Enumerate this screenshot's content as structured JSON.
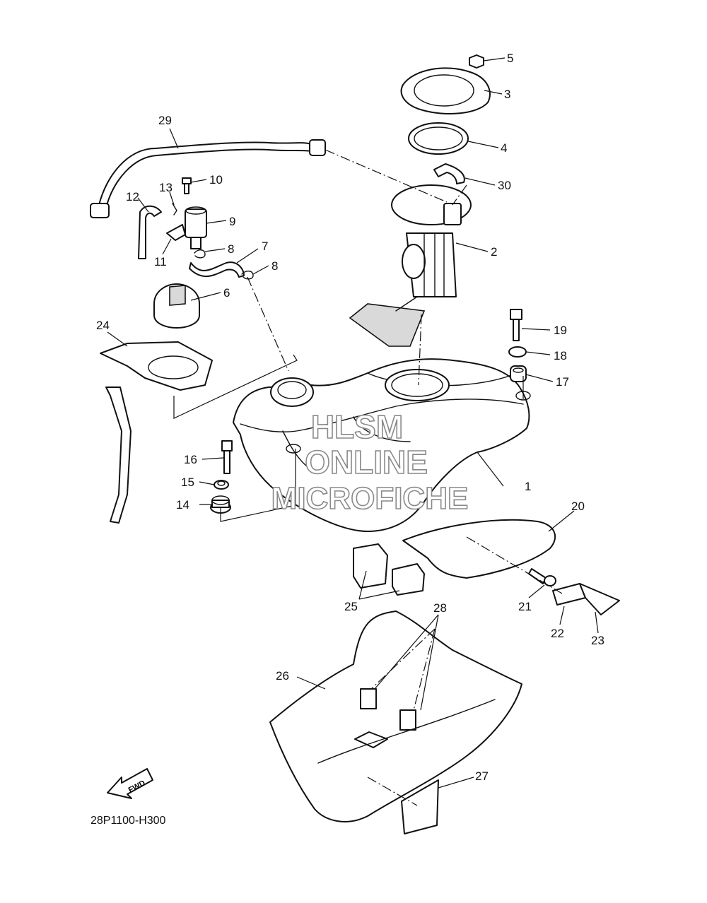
{
  "diagram": {
    "code": "28P1100-H300",
    "fwd": "FWD",
    "watermark": [
      "HLSM",
      "ONLINE",
      "MICROFICHE"
    ],
    "callouts": [
      "1",
      "2",
      "3",
      "4",
      "5",
      "6",
      "7",
      "8",
      "8",
      "9",
      "10",
      "11",
      "12",
      "13",
      "14",
      "15",
      "16",
      "17",
      "18",
      "19",
      "20",
      "21",
      "22",
      "23",
      "24",
      "25",
      "26",
      "27",
      "28",
      "29",
      "30"
    ]
  }
}
